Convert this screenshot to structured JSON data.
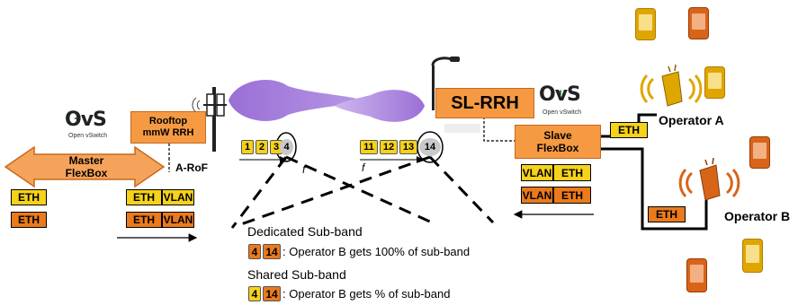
{
  "ovs_left": {
    "logo": "OvS",
    "sub": "Open vSwitch"
  },
  "ovs_right": {
    "logo": "OvS",
    "sub": "Open vSwitch"
  },
  "master_flexbox": "Master\nFlexBox",
  "rooftop_rrh": "Rooftop\nmmW RRH",
  "a_rof": "A-RoF",
  "sl_rrh": "SL-RRH",
  "slave_flexbox": "Slave\nFlexBox",
  "operator_a": "Operator A",
  "operator_b": "Operator B",
  "eth": "ETH",
  "vlan": "VLAN",
  "f_label": "f",
  "left_subbands": [
    "1",
    "2",
    "3",
    "4"
  ],
  "right_subbands": [
    "11",
    "12",
    "13",
    "14"
  ],
  "legend": {
    "dedicated_title": "Dedicated Sub-band",
    "dedicated_a": "4",
    "dedicated_b": "14",
    "dedicated_text": ": Operator B gets 100% of sub-band",
    "shared_title": "Shared Sub-band",
    "shared_a": "4",
    "shared_b": "14",
    "shared_text": ": Operator B gets % of sub-band"
  },
  "colors": {
    "operator_a": "#f6d21a",
    "operator_b": "#ea7a1c",
    "box_fill": "#f59a42",
    "beam": "#9b6fd6"
  }
}
